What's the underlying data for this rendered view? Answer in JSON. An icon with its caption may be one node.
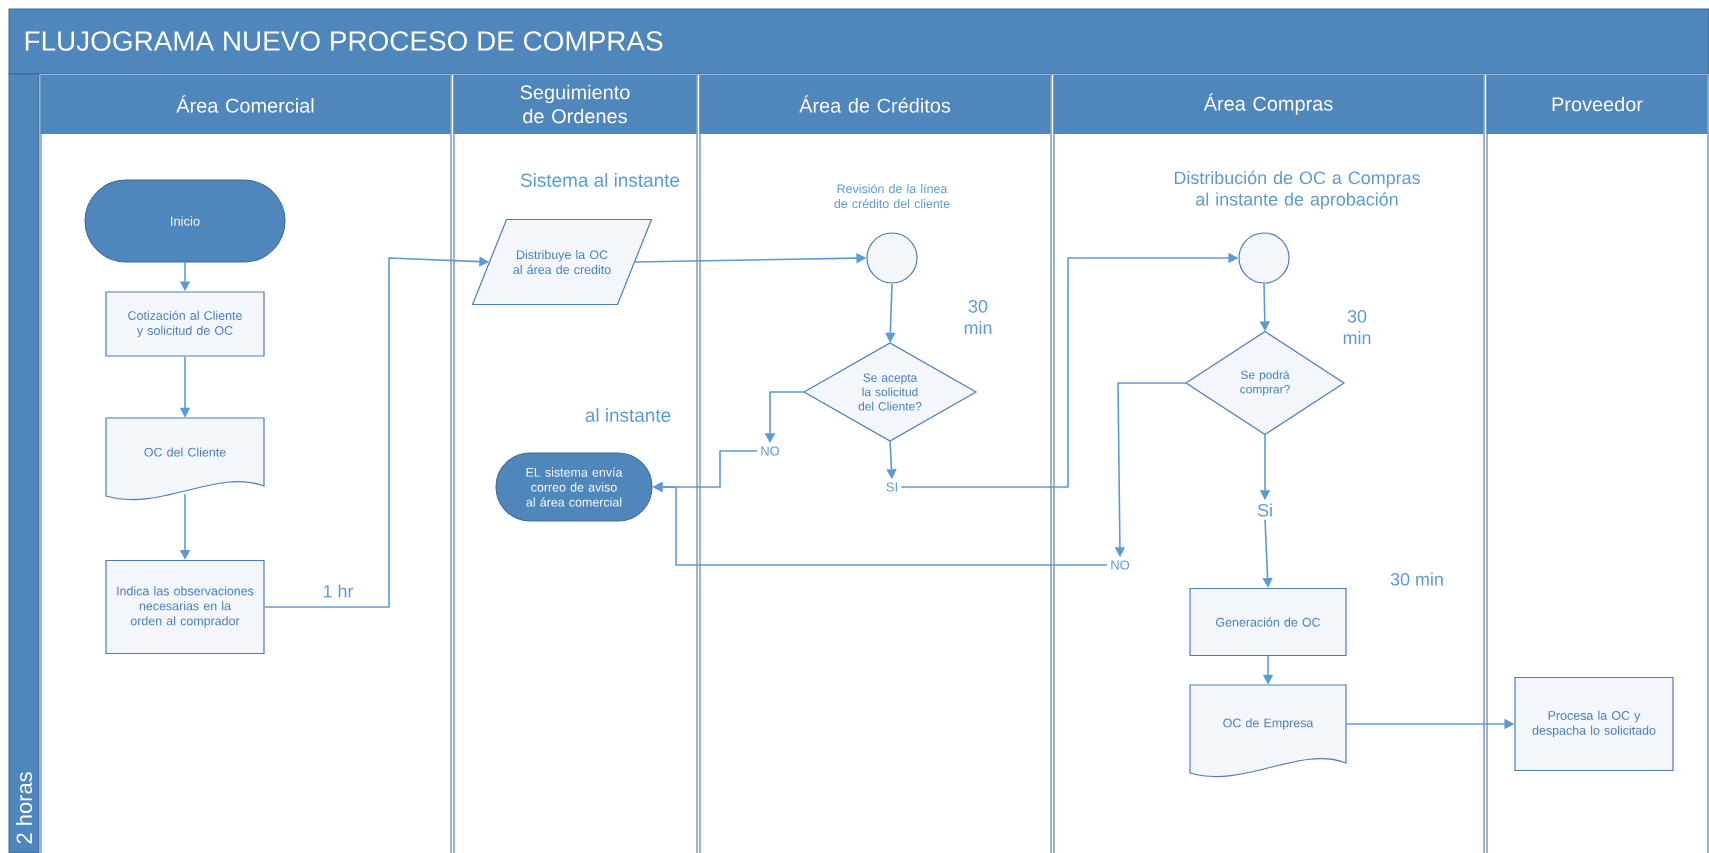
{
  "diagram": {
    "title": "FLUJOGRAMA NUEVO PROCESO DE COMPRAS",
    "nodes": [
      {
        "text": [
          "Área Comercial"
        ]
      },
      {
        "text": [
          "Seguimiento de Ordenes"
        ]
      },
      {
        "text": [
          "Área de Créditos"
        ]
      },
      {
        "text": [
          "Área Compras"
        ]
      },
      {
        "text": [
          "Proveedor"
        ]
      },
      {
        "text": [
          "Inicio"
        ],
        "in": 0
      },
      {
        "text": [
          "Cotización al Cliente y solicitud de OC"
        ],
        "in": 0
      },
      {
        "text": [
          "OC del Cliente"
        ],
        "in": 0
      },
      {
        "text": [
          "Indica las observaciones necesarias en la orden al comprador"
        ],
        "in": 0
      },
      {
        "text": [
          "Distribuye la OC al área de credito"
        ],
        "in": 1
      },
      {
        "text": [
          "EL sistema envía correo de aviso al área comercial"
        ],
        "in": 1
      },
      {
        "text": [],
        "shape": "circle",
        "in": 2,
        "beside": [
          "Revisión de la línea de crédito del cliente"
        ]
      },
      {
        "text": [
          "Se acepta la solicitud del Cliente?"
        ],
        "in": 2
      },
      {
        "text": [
          "NO"
        ],
        "in": 2
      },
      {
        "text": [
          "SI"
        ],
        "in": 2
      },
      {
        "text": [],
        "shape": "circle",
        "in": 3,
        "beside": [
          "Distribución de OC a Compras al instante de aprobación"
        ]
      },
      {
        "text": [
          "Se podrá comprar?"
        ],
        "in": 3
      },
      {
        "text": [
          "NO"
        ],
        "in": 3
      },
      {
        "text": [
          "Si"
        ],
        "in": 3
      },
      {
        "text": [
          "Generación de OC"
        ],
        "in": 3
      },
      {
        "text": [
          "OC de Empresa"
        ],
        "in": 3
      },
      {
        "text": [
          "Procesa la OC y despacha lo solicitado"
        ],
        "in": 4
      }
    ],
    "edges": [
      {
        "from": 5,
        "to": 6,
        "arrow": "to"
      },
      {
        "from": 6,
        "to": 7,
        "arrow": "to"
      },
      {
        "from": 7,
        "to": 8,
        "arrow": "to"
      },
      {
        "from": 8,
        "to": 9,
        "arrow": "to",
        "label": "1 hr"
      },
      {
        "from": 9,
        "to": 11,
        "arrow": "to"
      },
      {
        "from": 11,
        "to": 12,
        "arrow": "to"
      },
      {
        "from": 12,
        "to": 13,
        "arrow": "to"
      },
      {
        "from": 12,
        "to": 14,
        "arrow": "to"
      },
      {
        "from": 13,
        "to": 10,
        "arrow": "to"
      },
      {
        "from": 14,
        "to": 15,
        "arrow": "to"
      },
      {
        "from": 15,
        "to": 16,
        "arrow": "to"
      },
      {
        "from": 16,
        "to": 17,
        "arrow": "to"
      },
      {
        "from": 16,
        "to": 18,
        "arrow": "to"
      },
      {
        "from": 17,
        "to": 10,
        "arrow": "to"
      },
      {
        "from": 18,
        "to": 19,
        "arrow": "to"
      },
      {
        "from": 19,
        "to": 20,
        "arrow": "to"
      },
      {
        "from": 20,
        "to": 21,
        "arrow": "to"
      }
    ],
    "labels": [
      "Sistema al instante",
      "al instante",
      "30 min",
      "30 min",
      "30 min",
      "2 horas"
    ]
  }
}
